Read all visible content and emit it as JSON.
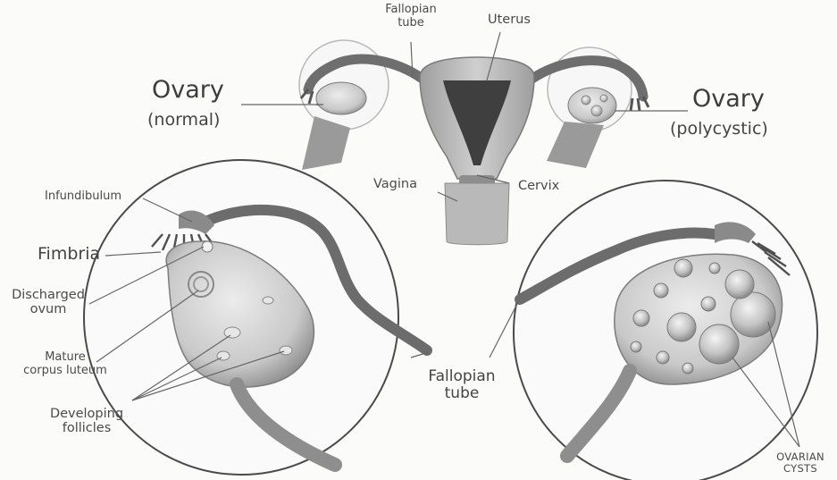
{
  "labels": {
    "fallopian_tube_top_line1": "Fallopian",
    "fallopian_tube_top_line2": "tube",
    "uterus": "Uterus",
    "ovary_left_title": "Ovary",
    "ovary_left_sub": "(normal)",
    "ovary_right_title": "Ovary",
    "ovary_right_sub": "(polycystic)",
    "vagina": "Vagina",
    "cervix": "Cervix",
    "infundibulum": "Infundibulum",
    "fimbria": "Fimbria",
    "discharged_ovum_line1": "Discharged",
    "discharged_ovum_line2": "ovum",
    "corpus_luteum_line1": "Mature",
    "corpus_luteum_line2": "corpus luteum",
    "developing_follicles_line1": "Developing",
    "developing_follicles_line2": "follicles",
    "fallopian_tube_bottom_line1": "Fallopian",
    "fallopian_tube_bottom_line2": "tube",
    "ovarian_cysts_line1": "OVARIAN",
    "ovarian_cysts_line2": "CYSTS"
  },
  "colors": {
    "tissue_light": "#d8d8d8",
    "tissue_mid": "#a9a9a9",
    "tissue_dark": "#5f5f5f",
    "uterus_cavity": "#3f3f3f",
    "line": "#666666",
    "circle_outline": "#4a4a4a"
  }
}
